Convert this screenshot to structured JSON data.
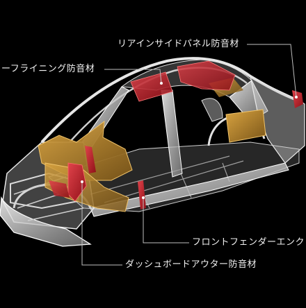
{
  "labels": {
    "rear_side_panel": "リアインサイドパネル防音材",
    "roof_lining": "ーフライニング防音材",
    "front_fender": "フロントフェンダーエンク",
    "dash_outer": "ダッシュボードアウター防音材"
  },
  "colors": {
    "background": "#000000",
    "frame": "#d9d9d9",
    "insulation_gold": "#b8862a",
    "highlight_red": "#c0222a",
    "leader_line": "#bfbfbf"
  }
}
